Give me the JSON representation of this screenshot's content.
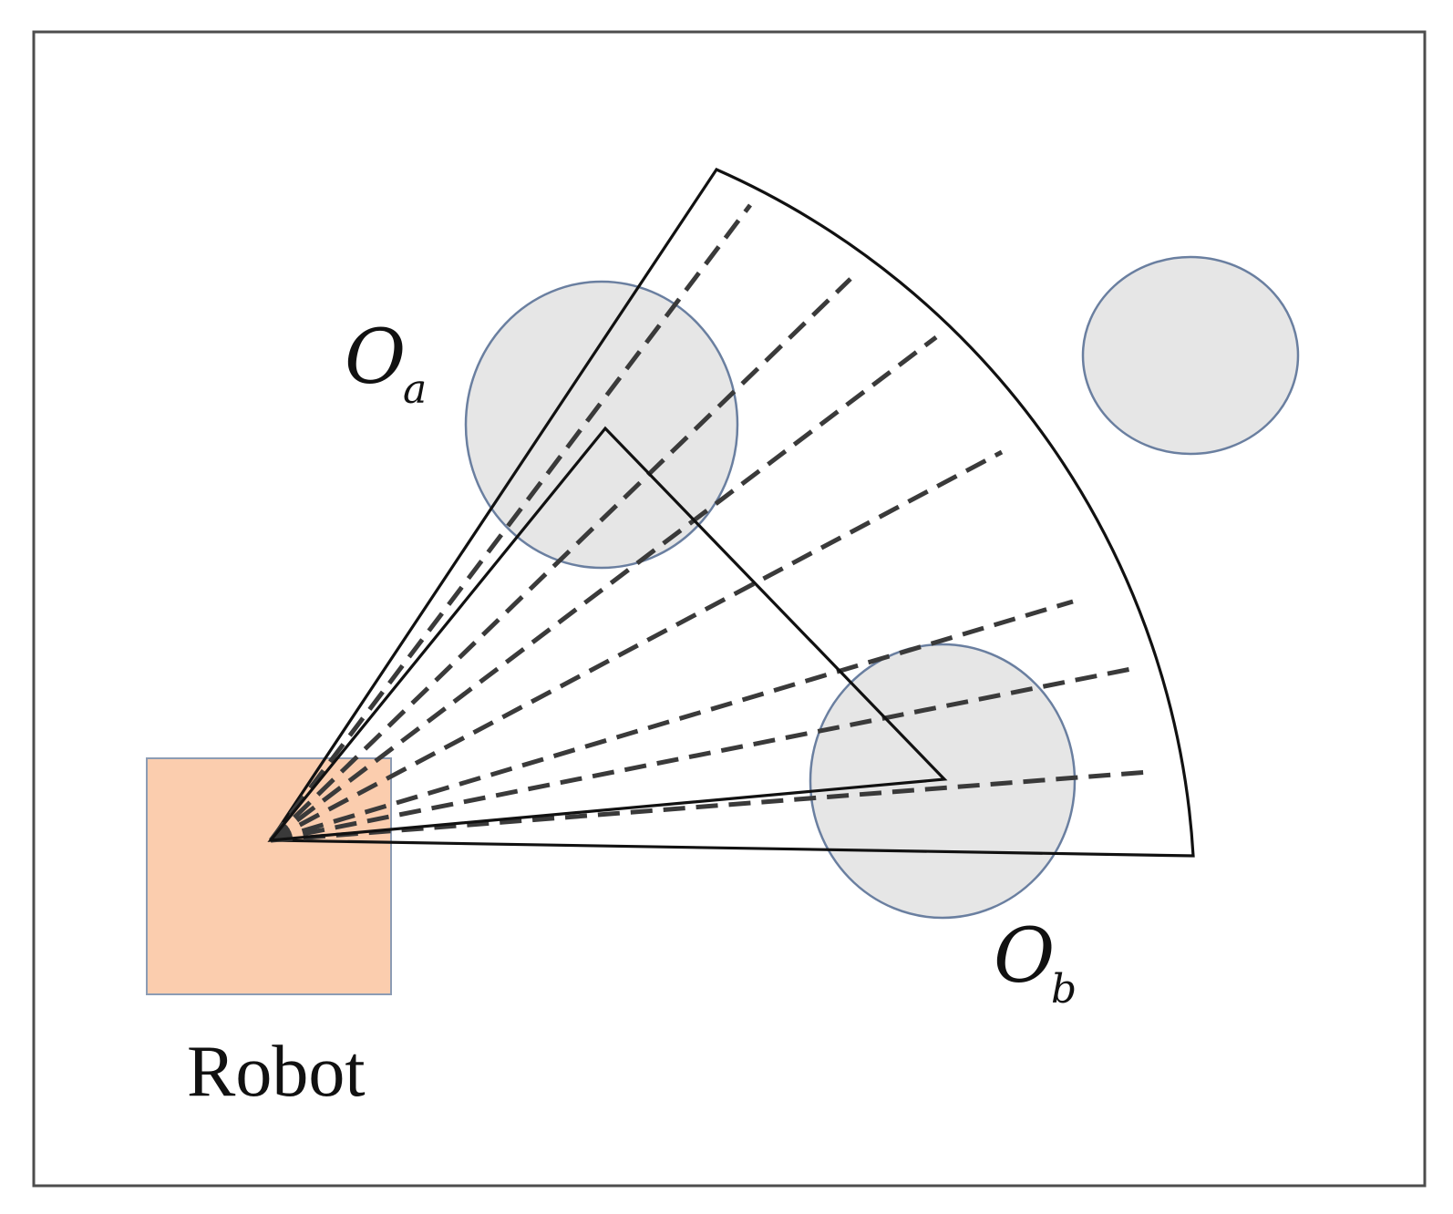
{
  "labels": {
    "obstacle_a_main": "O",
    "obstacle_a_sub": "a",
    "obstacle_b_main": "O",
    "obstacle_b_sub": "b",
    "robot": "Robot"
  },
  "colors": {
    "frame": "#4d4d4d",
    "robot_fill": "#fbcdae",
    "robot_stroke": "#8c9cb4",
    "obstacle_fill": "#e6e6e6",
    "obstacle_stroke": "#6a7fa0",
    "sector_stroke": "#111111",
    "ray_stroke": "#3a3a3a",
    "text": "#111111"
  }
}
